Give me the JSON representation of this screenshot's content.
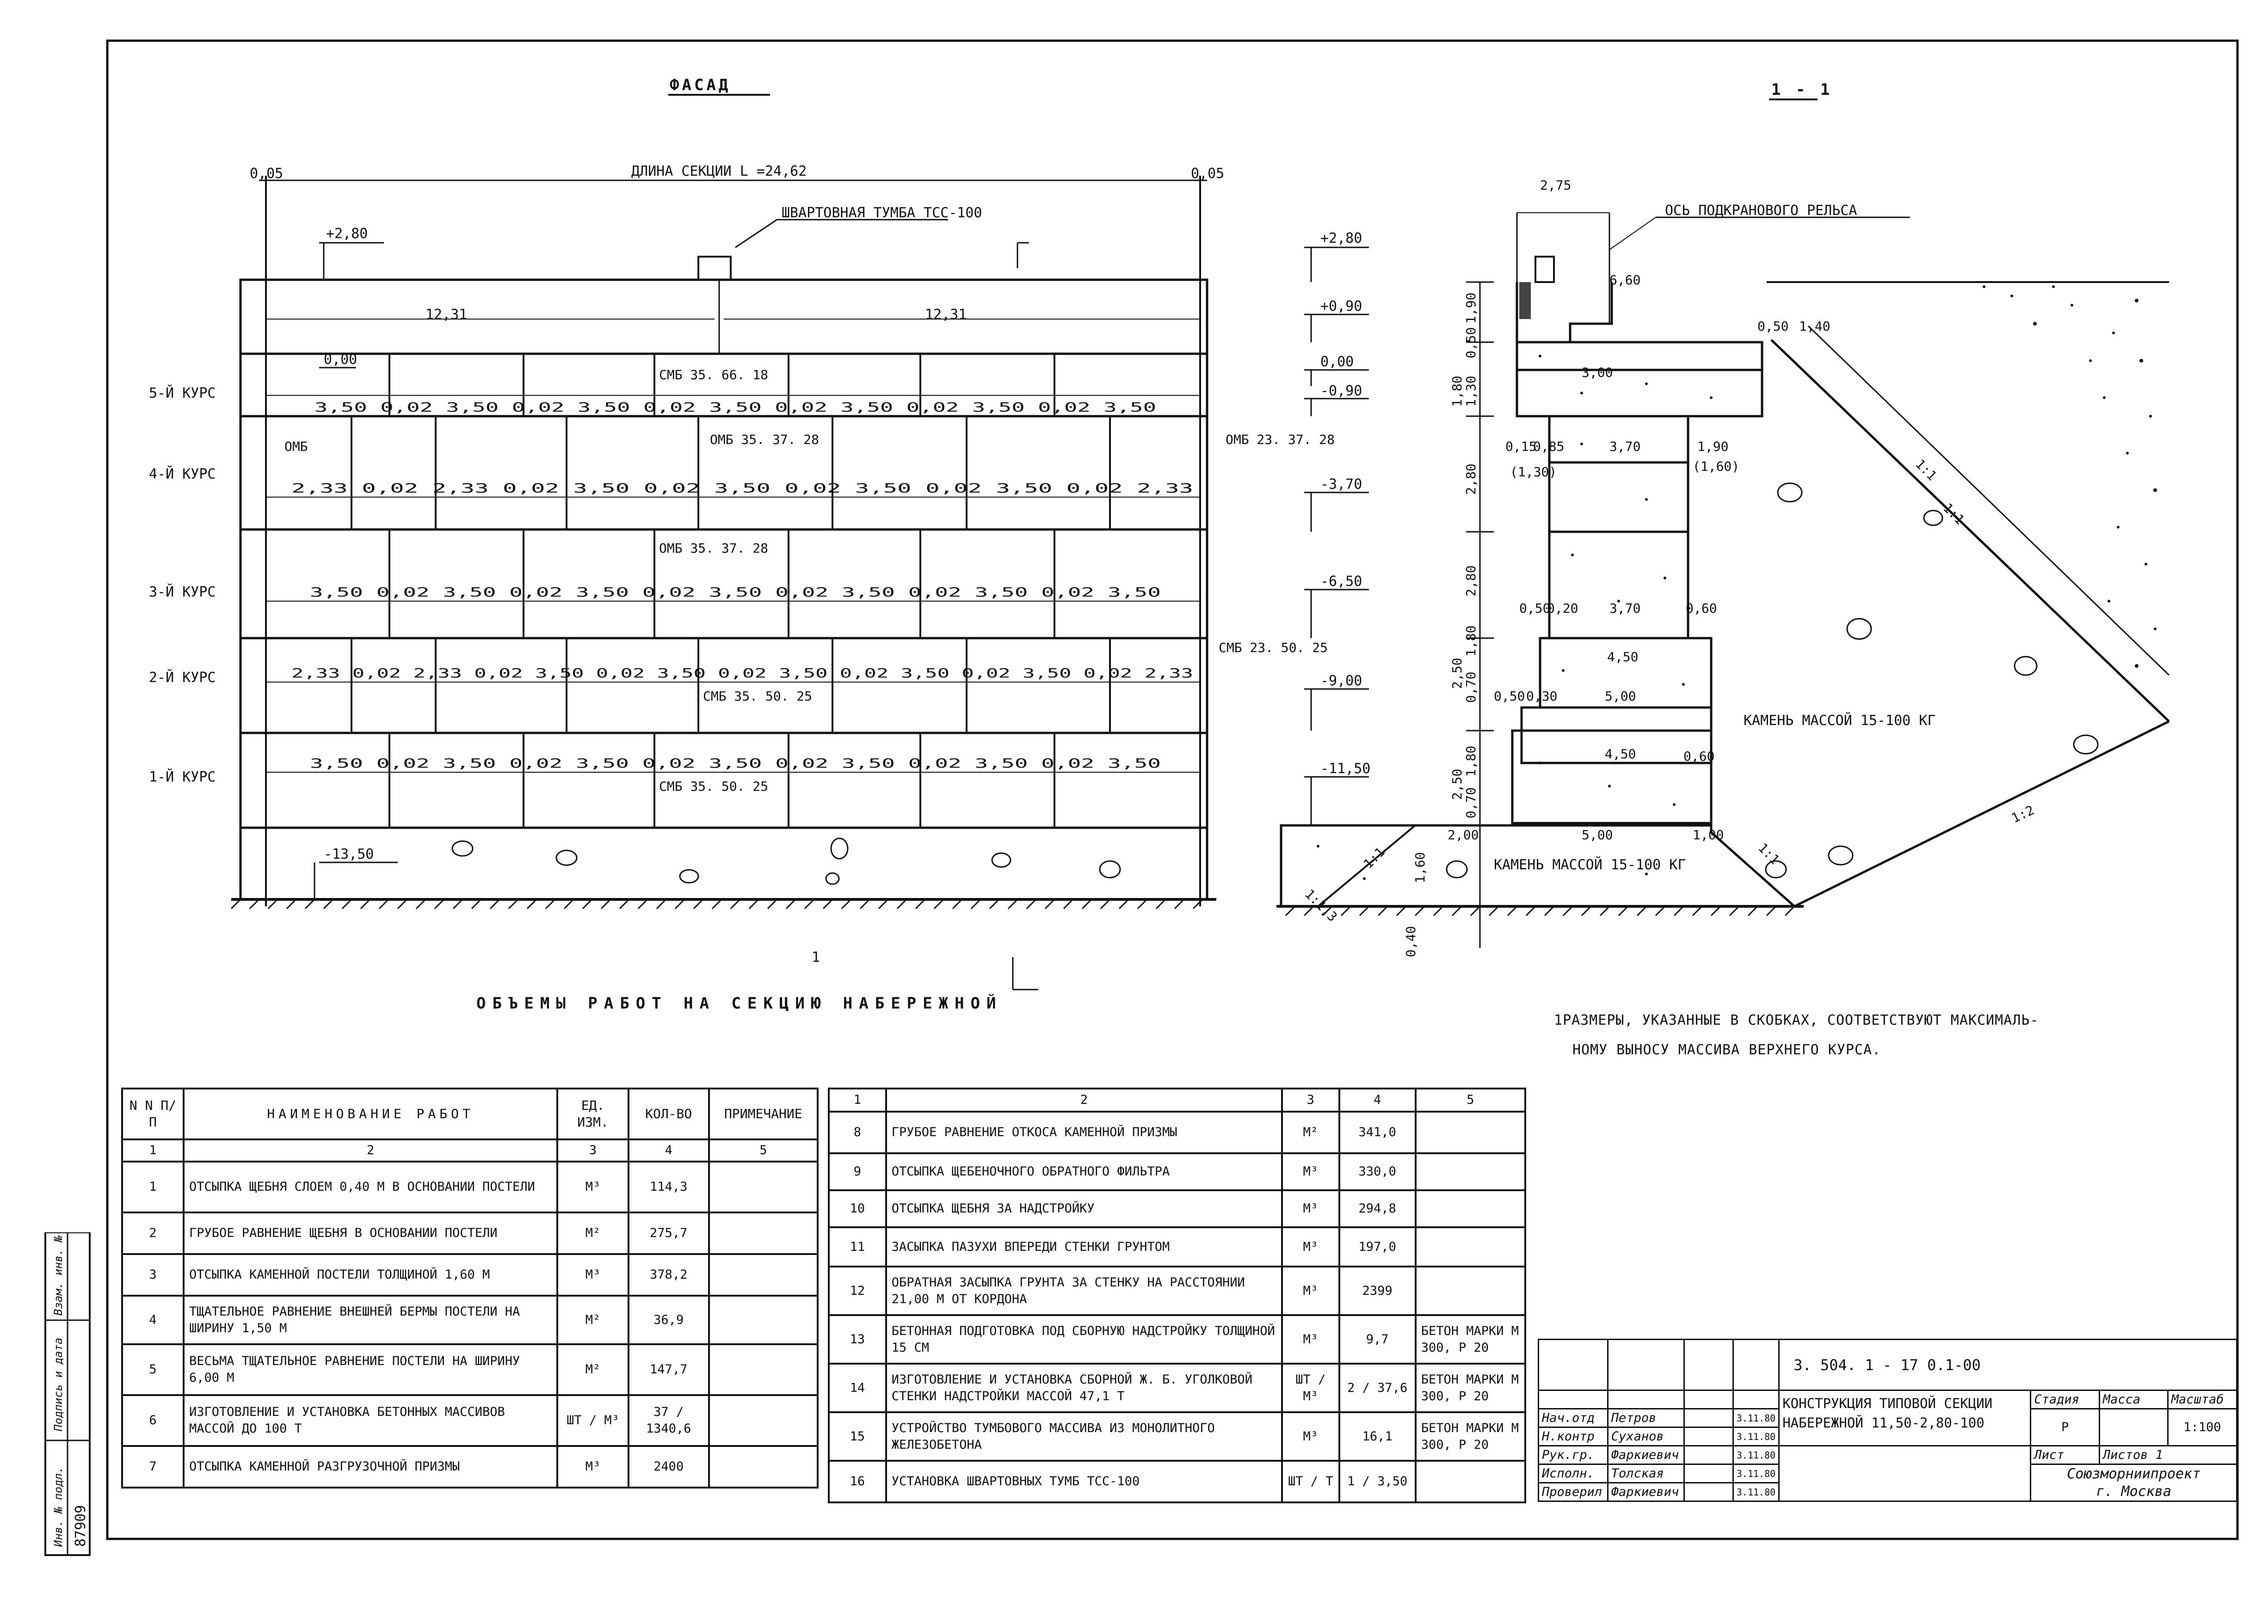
{
  "facade": {
    "title": "ФАСАД",
    "section_length": "ДЛИНА СЕКЦИИ L =24,62",
    "offset_left": "0,05",
    "offset_right": "0,05",
    "bollard_label": "ШВАРТОВНАЯ ТУМБА ТСС-100",
    "top_level": "+2,80",
    "half_left": "12,31",
    "half_right": "12,31",
    "zero_level": "0,00",
    "bottom_level": "-13,50",
    "courses": [
      "5-Й КУРС",
      "4-Й КУРС",
      "3-Й КУРС",
      "2-Й КУРС",
      "1-Й КУРС"
    ],
    "row5_dims": "3,50   0,02  3,50   0,02  3,50  0,02  3,50   0,02  3,50   0,02  3,50  0,02  3,50",
    "row4_dims": "2,33  0,02 2,33  0,02   3,50   0,02   3,50   0,02   3,50   0,02   3,50   0,02 2,33",
    "row3_dims": "3,50   0,02   3,50   0,02  3,50   0,02  3,50   0,02  3,50   0,02  3,50   0,02  3,50",
    "row2_dims": "2,33  0,02 2,33  0,02  3,50   0,02  3,50   0,02  3,50   0,02  3,50   0,02  3,50  0,02 2,33",
    "row1_dims": "3,50   0,02   3,50   0,02  3,50   0,02  3,50   0,02  3,50   0,02  3,50   0,02  3,50",
    "block_labels": {
      "smb_66": "СМБ 35. 66. 18",
      "omb": "ОМБ",
      "omb_37_28_top": "ОМБ 35. 37. 28",
      "omb_23": "ОМБ 23. 37. 28",
      "omb_37_28": "ОМБ 35. 37. 28",
      "smb_23_50": "СМБ 23. 50. 25",
      "smb_50_25_a": "СМБ 35. 50. 25",
      "smb_50_25_b": "СМБ 35. 50. 25"
    },
    "section_mark": "1"
  },
  "section": {
    "title": "1 - 1",
    "rail_axis": "ОСЬ ПОДКРАНОВОГО РЕЛЬСА",
    "levels": [
      "+2,80",
      "+0,90",
      "0,00",
      "-0,90",
      "-3,70",
      "-6,50",
      "-9,00",
      "-11,50"
    ],
    "vert_dims": [
      "1,90",
      "0,50",
      "1,30",
      "1,80",
      "2,80",
      "2,80",
      "2,50",
      "1,80",
      "0,70",
      "2,50",
      "0,70",
      "1,80",
      "1,60",
      "0,40"
    ],
    "horiz_dims": {
      "top": "2,75",
      "w660": "6,60",
      "w300": "3,00",
      "w015": "0,15",
      "w085": "0,85",
      "w130": "(1,30)",
      "w370a": "3,70",
      "w190": "1,90",
      "w160": "(1,60)",
      "w050a": "0,50",
      "w020": "0,20",
      "w370b": "3,70",
      "w060a": "0,60",
      "w450a": "4,50",
      "w050b": "0,50",
      "w030": "0,30",
      "w500": "5,00",
      "w450b": "4,50",
      "w060b": "0,60",
      "b200": "2,00",
      "b500": "5,00",
      "b100": "1,00",
      "s050": "0,50",
      "s140": "1,40"
    },
    "slopes": [
      "1:1",
      "1:1",
      "1:2",
      "1:1",
      "1:1",
      "1:1,3"
    ],
    "stone_label_1": "КАМЕНЬ МАССОЙ 15-100 КГ",
    "stone_label_2": "КАМЕНЬ МАССОЙ 15-100 КГ"
  },
  "volumes_title": "ОБЪЕМЫ РАБОТ НА СЕКЦИЮ НАБЕРЕЖНОЙ",
  "note": {
    "marker": "1",
    "line1": "РАЗМЕРЫ, УКАЗАННЫЕ В СКОБКАХ, СООТВЕТСТВУЮТ МАКСИМАЛЬ-",
    "line2": "НОМУ ВЫНОСУ МАССИВА ВЕРХНЕГО КУРСА."
  },
  "table_left": {
    "headers": [
      "N N П/П",
      "НАИМЕНОВАНИЕ РАБОТ",
      "ЕД. ИЗМ.",
      "КОЛ-ВО",
      "ПРИМЕЧАНИЕ"
    ],
    "colnums": [
      "1",
      "2",
      "3",
      "4",
      "5"
    ],
    "rows": [
      {
        "n": "1",
        "name": "ОТСЫПКА ЩЕБНЯ СЛОЕМ 0,40 М В ОСНОВАНИИ ПОСТЕЛИ",
        "unit": "М³",
        "qty": "114,3",
        "note": ""
      },
      {
        "n": "2",
        "name": "ГРУБОЕ РАВНЕНИЕ ЩЕБНЯ В ОСНОВАНИИ ПОСТЕЛИ",
        "unit": "М²",
        "qty": "275,7",
        "note": ""
      },
      {
        "n": "3",
        "name": "ОТСЫПКА КАМЕННОЙ ПОСТЕЛИ ТОЛЩИНОЙ 1,60 М",
        "unit": "М³",
        "qty": "378,2",
        "note": ""
      },
      {
        "n": "4",
        "name": "ТЩАТЕЛЬНОЕ РАВНЕНИЕ ВНЕШНЕЙ БЕРМЫ ПОСТЕЛИ НА ШИРИНУ 1,50 М",
        "unit": "М²",
        "qty": "36,9",
        "note": ""
      },
      {
        "n": "5",
        "name": "ВЕСЬМА ТЩАТЕЛЬНОЕ РАВНЕНИЕ ПОСТЕЛИ НА ШИРИНУ 6,00 М",
        "unit": "М²",
        "qty": "147,7",
        "note": ""
      },
      {
        "n": "6",
        "name": "ИЗГОТОВЛЕНИЕ И УСТАНОВКА БЕТОННЫХ МАССИВОВ МАССОЙ ДО 100 Т",
        "unit": "ШТ / М³",
        "qty": "37 / 1340,6",
        "note": ""
      },
      {
        "n": "7",
        "name": "ОТСЫПКА КАМЕННОЙ РАЗГРУЗОЧНОЙ ПРИЗМЫ",
        "unit": "М³",
        "qty": "2400",
        "note": ""
      }
    ]
  },
  "table_right": {
    "colnums": [
      "1",
      "2",
      "3",
      "4",
      "5"
    ],
    "rows": [
      {
        "n": "8",
        "name": "ГРУБОЕ РАВНЕНИЕ ОТКОСА КАМЕННОЙ ПРИЗМЫ",
        "unit": "М²",
        "qty": "341,0",
        "note": ""
      },
      {
        "n": "9",
        "name": "ОТСЫПКА ЩЕБЕНОЧНОГО ОБРАТНОГО ФИЛЬТРА",
        "unit": "М³",
        "qty": "330,0",
        "note": ""
      },
      {
        "n": "10",
        "name": "ОТСЫПКА ЩЕБНЯ ЗА НАДСТРОЙКУ",
        "unit": "М³",
        "qty": "294,8",
        "note": ""
      },
      {
        "n": "11",
        "name": "ЗАСЫПКА ПАЗУХИ ВПЕРЕДИ СТЕНКИ ГРУНТОМ",
        "unit": "М³",
        "qty": "197,0",
        "note": ""
      },
      {
        "n": "12",
        "name": "ОБРАТНАЯ ЗАСЫПКА ГРУНТА ЗА СТЕНКУ НА РАССТОЯНИИ 21,00 М ОТ КОРДОНА",
        "unit": "М³",
        "qty": "2399",
        "note": ""
      },
      {
        "n": "13",
        "name": "БЕТОННАЯ ПОДГОТОВКА ПОД СБОРНУЮ НАДСТРОЙКУ ТОЛЩИНОЙ 15 СМ",
        "unit": "М³",
        "qty": "9,7",
        "note": "БЕТОН МАРКИ М 300, Р 20"
      },
      {
        "n": "14",
        "name": "ИЗГОТОВЛЕНИЕ И УСТАНОВКА СБОРНОЙ Ж. Б. УГОЛКОВОЙ СТЕНКИ НАДСТРОЙКИ МАССОЙ 47,1 Т",
        "unit": "ШТ / М³",
        "qty": "2 / 37,6",
        "note": "БЕТОН МАРКИ М 300, Р 20"
      },
      {
        "n": "15",
        "name": "УСТРОЙСТВО ТУМБОВОГО МАССИВА ИЗ МОНОЛИТНОГО ЖЕЛЕЗОБЕТОНА",
        "unit": "М³",
        "qty": "16,1",
        "note": "БЕТОН МАРКИ М 300, Р 20"
      },
      {
        "n": "16",
        "name": "УСТАНОВКА ШВАРТОВНЫХ ТУМБ ТСС-100",
        "unit": "ШТ / Т",
        "qty": "1 / 3,50",
        "note": ""
      }
    ]
  },
  "stamp": {
    "code": "3. 504. 1 - 17 0.1-00",
    "title": "КОНСТРУКЦИЯ ТИПОВОЙ СЕКЦИИ НАБЕРЕЖНОЙ 11,50-2,80-100",
    "stage_label": "Стадия",
    "mass_label": "Масса",
    "scale_label": "Масштаб",
    "stage": "Р",
    "scale": "1:100",
    "sheet_label": "Лист",
    "sheets_label": "Листов 1",
    "org": "Союзморниипроект",
    "city": "г. Москва",
    "signers": [
      {
        "role": "Нач.отд",
        "name": "Петров",
        "date": "3.11.80"
      },
      {
        "role": "Н.контр",
        "name": "Суханов",
        "date": "3.11.80"
      },
      {
        "role": "Рук.гр.",
        "name": "Фаркиевич",
        "date": "3.11.80"
      },
      {
        "role": "Исполн.",
        "name": "Толская",
        "date": "3.11.80"
      },
      {
        "role": "Проверил",
        "name": "Фаркиевич",
        "date": "3.11.80"
      }
    ]
  },
  "side_stamp": {
    "inv": "87909",
    "labels": [
      "Инв. № подл.",
      "Подпись и дата",
      "Взам. инв. №"
    ]
  }
}
